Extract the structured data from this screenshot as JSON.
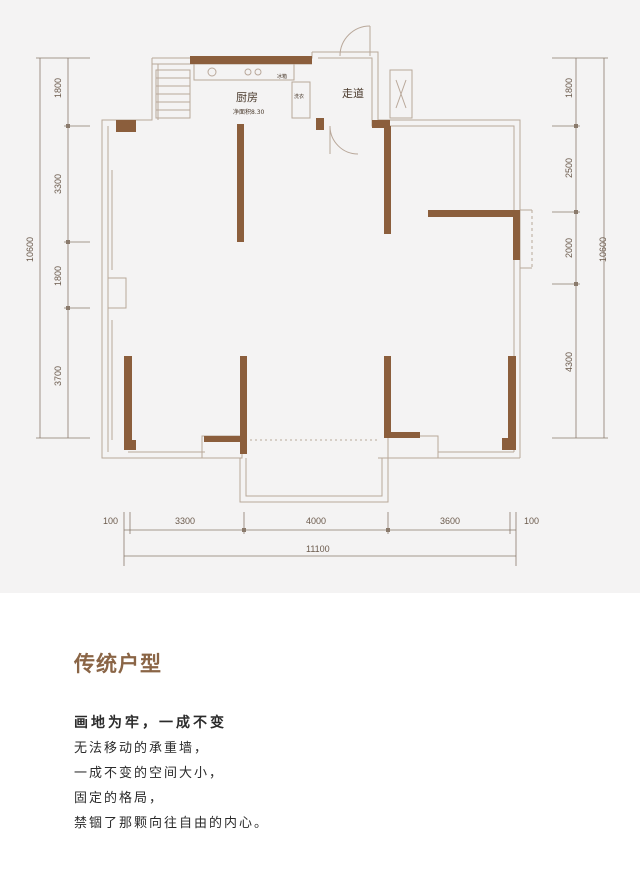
{
  "floorplan": {
    "rooms": {
      "kitchen": "厨房",
      "kitchen_area": "净面积8.30",
      "corridor": "走道",
      "small_label_1": "冰箱",
      "small_label_2": "洗衣"
    },
    "dims_left": [
      "1800",
      "3300",
      "1800",
      "3700"
    ],
    "dims_left_total": "10600",
    "dims_right": [
      "1800",
      "2500",
      "2000",
      "4300"
    ],
    "dims_right_total": "10600",
    "dims_bottom": [
      "100",
      "3300",
      "4000",
      "3600",
      "100"
    ],
    "dims_bottom_total": "11100"
  },
  "text": {
    "title": "传统户型",
    "lines": [
      "画地为牢，一成不变",
      "无法移动的承重墙，",
      "一成不变的空间大小，",
      "固定的格局，",
      "禁锢了那颗向往自由的内心。"
    ]
  },
  "colors": {
    "wall": "#8b5e3c",
    "line": "#b9a89a",
    "dim": "#6b5a4c",
    "title": "#8a6546"
  }
}
